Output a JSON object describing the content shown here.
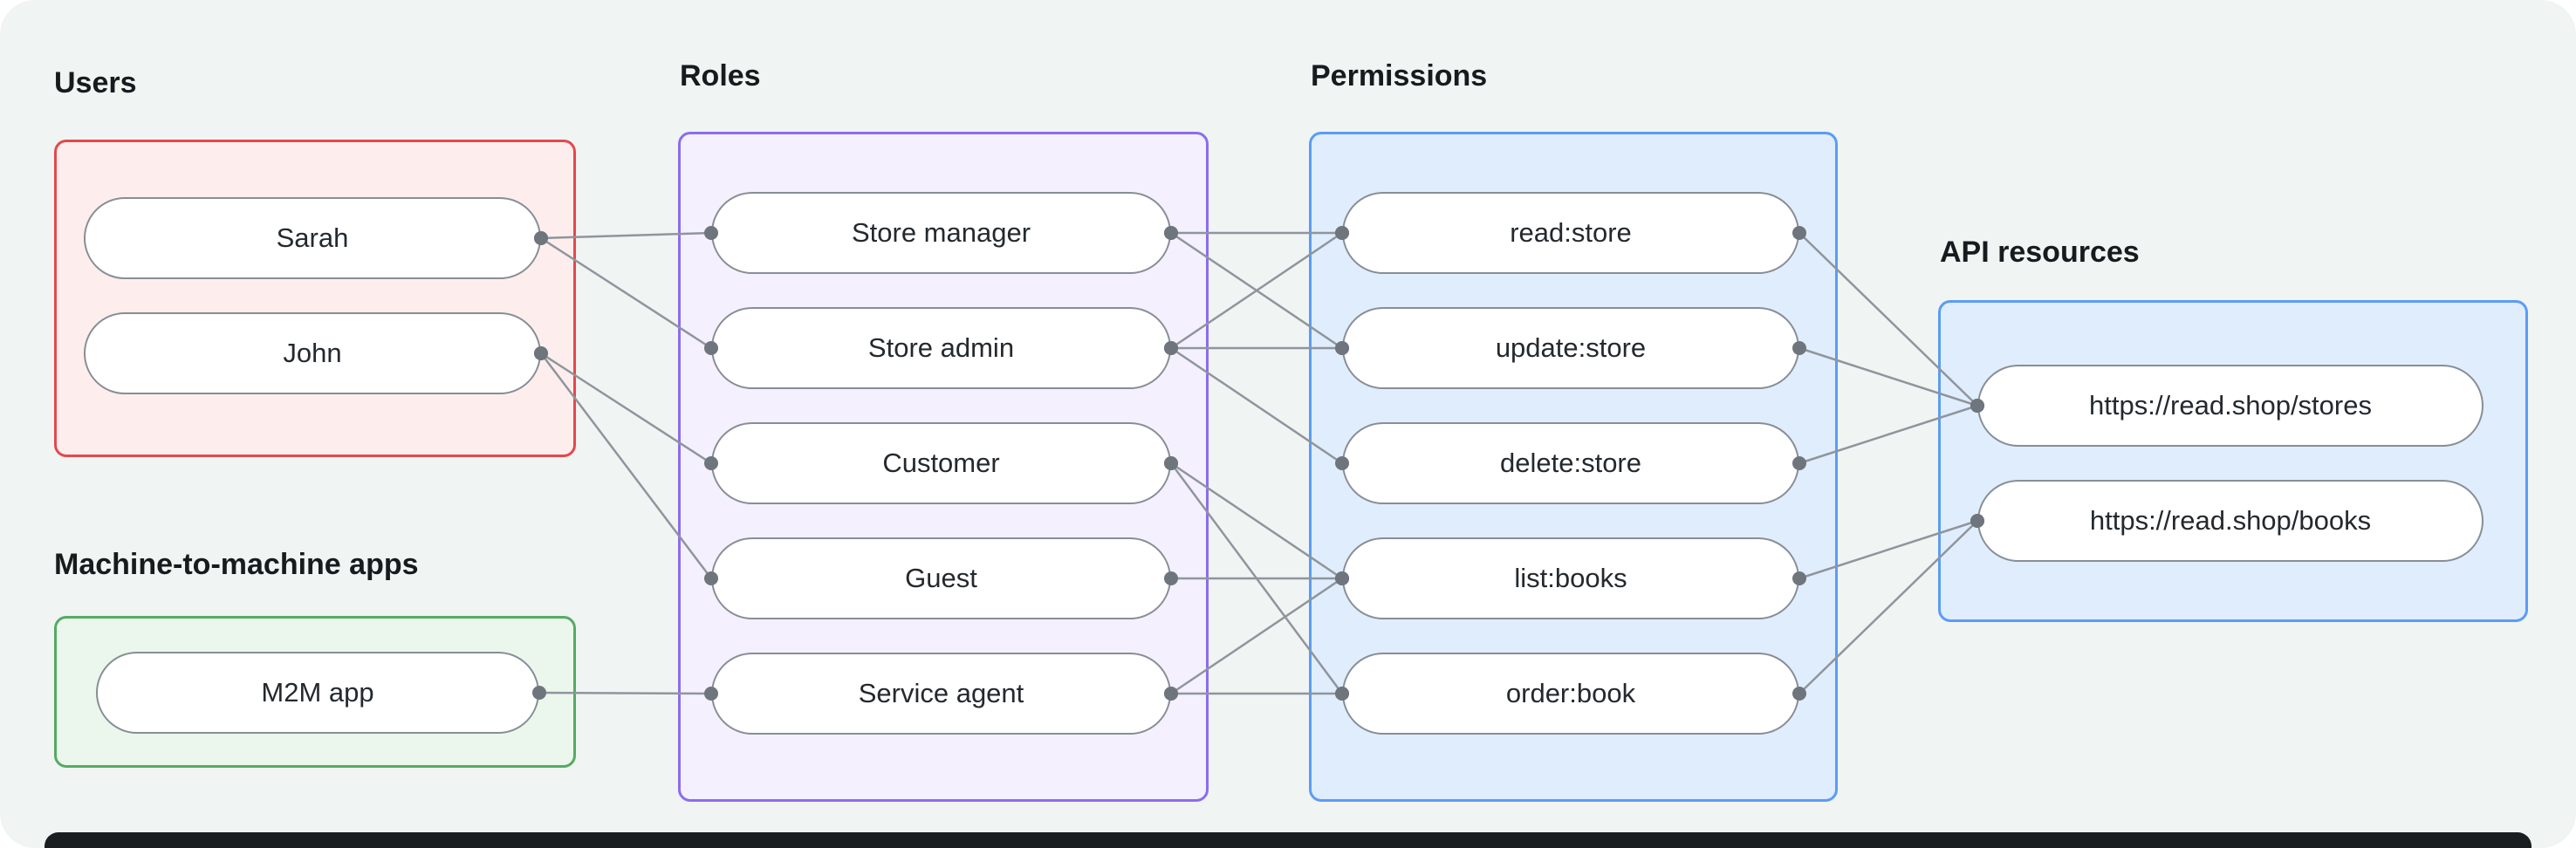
{
  "groups": {
    "users": {
      "label": "Users"
    },
    "m2m": {
      "label": "Machine-to-machine apps"
    },
    "roles": {
      "label": "Roles"
    },
    "permissions": {
      "label": "Permissions"
    },
    "api": {
      "label": "API resources"
    }
  },
  "nodes": {
    "sarah": {
      "label": "Sarah"
    },
    "john": {
      "label": "John"
    },
    "m2m_app": {
      "label": "M2M app"
    },
    "store_manager": {
      "label": "Store manager"
    },
    "store_admin": {
      "label": "Store admin"
    },
    "customer": {
      "label": "Customer"
    },
    "guest": {
      "label": "Guest"
    },
    "service_agent": {
      "label": "Service agent"
    },
    "read_store": {
      "label": "read:store"
    },
    "update_store": {
      "label": "update:store"
    },
    "delete_store": {
      "label": "delete:store"
    },
    "list_books": {
      "label": "list:books"
    },
    "order_book": {
      "label": "order:book"
    },
    "api_stores": {
      "label": "https://read.shop/stores"
    },
    "api_books": {
      "label": "https://read.shop/books"
    }
  },
  "connections": [
    [
      "sarah",
      "store_manager"
    ],
    [
      "sarah",
      "store_admin"
    ],
    [
      "john",
      "customer"
    ],
    [
      "john",
      "guest"
    ],
    [
      "m2m_app",
      "service_agent"
    ],
    [
      "store_manager",
      "read_store"
    ],
    [
      "store_manager",
      "update_store"
    ],
    [
      "store_admin",
      "read_store"
    ],
    [
      "store_admin",
      "update_store"
    ],
    [
      "store_admin",
      "delete_store"
    ],
    [
      "customer",
      "list_books"
    ],
    [
      "customer",
      "order_book"
    ],
    [
      "guest",
      "list_books"
    ],
    [
      "service_agent",
      "list_books"
    ],
    [
      "service_agent",
      "order_book"
    ],
    [
      "read_store",
      "api_stores"
    ],
    [
      "update_store",
      "api_stores"
    ],
    [
      "delete_store",
      "api_stores"
    ],
    [
      "list_books",
      "api_books"
    ],
    [
      "order_book",
      "api_books"
    ]
  ],
  "colors": {
    "canvas_bg": "#f0f4f3",
    "users_border": "#e5484d",
    "users_bg": "#fdeeed",
    "m2m_border": "#55ab62",
    "m2m_bg": "#ebf7ec",
    "roles_border": "#8c6cf0",
    "roles_bg": "#f4f0fd",
    "permissions_border": "#5b9cf5",
    "permissions_bg": "#e0edfc",
    "api_border": "#5b9cf5",
    "api_bg": "#e0edfc",
    "node_border": "#878e95",
    "line": "#8f959c",
    "dot": "#6f757d",
    "bottom_bar": "#1b1e21"
  }
}
